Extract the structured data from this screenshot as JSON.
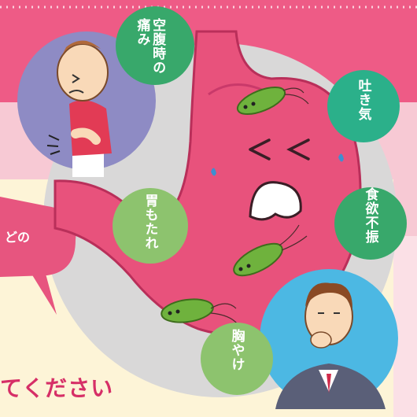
{
  "symptoms": {
    "hunger_pain": "空腹時の痛み",
    "nausea": "吐き気",
    "appetite_loss": "食欲不振",
    "stomach_heaviness": "胃もたれ",
    "heartburn": "胸やけ"
  },
  "bubble_fragment": "どの",
  "bottom_fragment": "てください",
  "colors": {
    "banner": "#ee5b86",
    "cream": "#fdf4d7",
    "stomach": "#e8527c",
    "green_circle": "#38a86b",
    "teal_circle": "#2bb08a",
    "light_green_circle": "#8dc36e",
    "text_pink": "#d62f67"
  }
}
